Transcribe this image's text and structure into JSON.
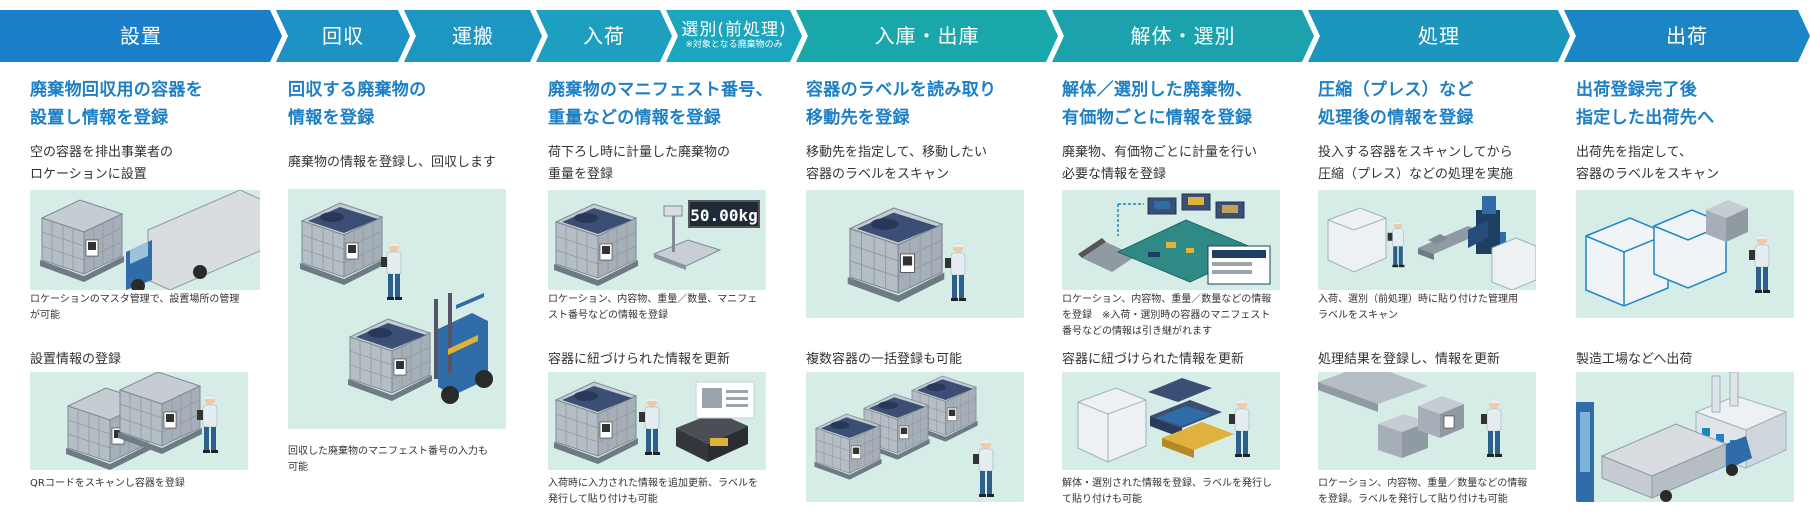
{
  "steps": [
    {
      "label": "設置",
      "color": "#1b7ec8"
    },
    {
      "label": "回収",
      "color": "#1f92c4"
    },
    {
      "label": "運搬",
      "color": "#1d97c1"
    },
    {
      "label": "入荷",
      "color": "#1d9fbf"
    },
    {
      "label": "選別(前処理)",
      "sub": "※対象となる廃棄物のみ",
      "color": "#1ba6bd"
    },
    {
      "label": "入庫・出庫",
      "color": "#1aa7a9"
    },
    {
      "label": "解体・選別",
      "color": "#1ba2ad"
    },
    {
      "label": "処理",
      "color": "#1c96bd"
    },
    {
      "label": "出荷",
      "color": "#1b86c6"
    }
  ],
  "columns": [
    {
      "title1": "廃棄物回収用の容器を",
      "title2": "設置し情報を登録",
      "desc1": "空の容器を排出事業者の",
      "desc2": "ロケーションに設置",
      "note1": "ロケーションのマスタ管理で、設置場所の管理",
      "note2": "が可能",
      "sub_heading": "設置情報の登録",
      "note3": "QRコードをスキャンし容器を登録"
    },
    {
      "title1": "回収する廃棄物の",
      "title2": "情報を登録",
      "desc1": "廃棄物の情報を登録し、回収します",
      "note1": "回収した廃棄物のマニフェスト番号の入力も",
      "note2": "可能"
    },
    {
      "title1": "廃棄物のマニフェスト番号、",
      "title2": "重量などの情報を登録",
      "desc1": "荷下ろし時に計量した廃棄物の",
      "desc2": "重量を登録",
      "scale_display": "50.00kg",
      "note1": "ロケーション、内容物、重量／数量、マニフェ",
      "note2": "スト番号などの情報を登録",
      "sub_heading": "容器に紐づけられた情報を更新",
      "note3": "入荷時に入力された情報を追加更新、ラベルを",
      "note4": "発行して貼り付けも可能"
    },
    {
      "title1": "容器のラベルを読み取り",
      "title2": "移動先を登録",
      "desc1": "移動先を指定して、移動したい",
      "desc2": "容器のラベルをスキャン",
      "sub_heading": "複数容器の一括登録も可能"
    },
    {
      "title1": "解体／選別した廃棄物、",
      "title2": "有価物ごとに情報を登録",
      "desc1": "廃棄物、有価物ごとに計量を行い",
      "desc2": "必要な情報を登録",
      "note1": "ロケーション、内容物、重量／数量などの情報",
      "note2": "を登録　※入荷・選別時の容器のマニフェスト",
      "note3": "番号などの情報は引き継がれます",
      "sub_heading": "容器に紐づけられた情報を更新",
      "note4": "解体・選別された情報を登録、ラベルを発行し",
      "note5": "て貼り付けも可能"
    },
    {
      "title1": "圧縮（プレス）など",
      "title2": "処理後の情報を登録",
      "desc1": "投入する容器をスキャンしてから",
      "desc2": "圧縮（プレス）などの処理を実施",
      "note1": "入荷、選別（前処理）時に貼り付けた管理用",
      "note2": "ラベルをスキャン",
      "sub_heading": "処理結果を登録し、情報を更新",
      "note3": "ロケーション、内容物、重量／数量などの情報",
      "note4": "を登録。ラベルを発行して貼り付けも可能"
    },
    {
      "title1": "出荷登録完了後",
      "title2": "指定した出荷先へ",
      "desc1": "出荷先を指定して、",
      "desc2": "容器のラベルをスキャン",
      "sub_heading": "製造工場などへ出荷"
    }
  ],
  "colors": {
    "accent": "#1d7fc4",
    "illus_bg": "#d5ece7",
    "cage": "#8f9aa3",
    "worker": "#2d5f8c",
    "forklift": "#2f6ca8"
  }
}
